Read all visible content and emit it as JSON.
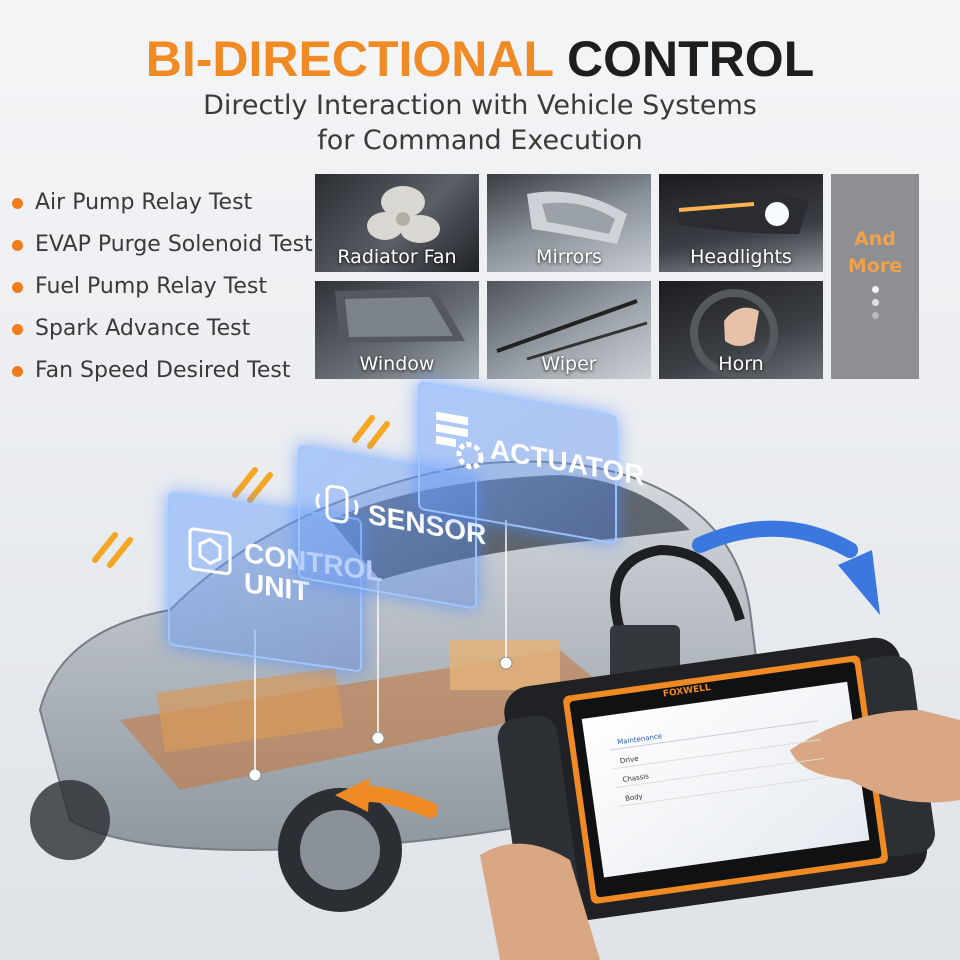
{
  "header": {
    "title_orange": "BI-DIRECTIONAL",
    "title_dark": "CONTROL",
    "subtitle_line1": "Directly Interaction with Vehicle Systems",
    "subtitle_line2": "for Command Execution"
  },
  "features": [
    "Air Pump Relay Test",
    "EVAP Purge Solenoid Test",
    "Fuel Pump Relay Test",
    "Spark Advance Test",
    "Fan Speed Desired Test"
  ],
  "tiles": [
    "Radiator Fan",
    "Mirrors",
    "Headlights",
    "Window",
    "Wiper",
    "Horn"
  ],
  "more": {
    "line1": "And",
    "line2": "More"
  },
  "panels": {
    "control_unit_line1": "CONTROL",
    "control_unit_line2": "UNIT",
    "sensor": "SENSOR",
    "actuator": "ACTUATOR"
  },
  "tablet": {
    "brand": "FOXWELL",
    "menu": [
      "Maintenance",
      "Drive",
      "Chassis",
      "Body"
    ]
  },
  "colors": {
    "accent_orange": "#f08a24",
    "panel_blue": "#4a86f0",
    "tile_dark": "#2e3136"
  }
}
